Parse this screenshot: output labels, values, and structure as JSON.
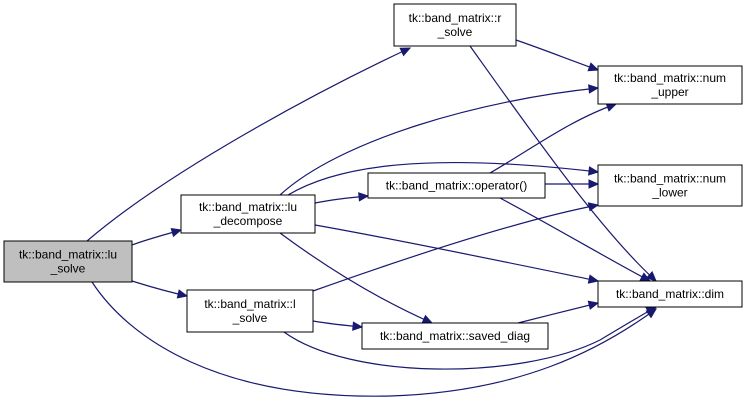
{
  "colors": {
    "edge": "#191970",
    "node_fill": "#ffffff",
    "root_fill": "#bfbfbf",
    "border": "#000000",
    "background": "#ffffff"
  },
  "nodes": {
    "lu_solve": {
      "lines": [
        "tk::band_matrix::lu",
        "_solve"
      ],
      "highlighted": true
    },
    "lu_decompose": {
      "lines": [
        "tk::band_matrix::lu",
        "_decompose"
      ]
    },
    "l_solve": {
      "lines": [
        "tk::band_matrix::l",
        "_solve"
      ]
    },
    "r_solve": {
      "lines": [
        "tk::band_matrix::r",
        "_solve"
      ]
    },
    "operator": {
      "lines": [
        "tk::band_matrix::operator()"
      ]
    },
    "saved_diag": {
      "lines": [
        "tk::band_matrix::saved_diag"
      ]
    },
    "num_upper": {
      "lines": [
        "tk::band_matrix::num",
        "_upper"
      ]
    },
    "num_lower": {
      "lines": [
        "tk::band_matrix::num",
        "_lower"
      ]
    },
    "dim": {
      "lines": [
        "tk::band_matrix::dim"
      ]
    }
  },
  "edges": [
    {
      "from": "lu_solve",
      "to": "r_solve"
    },
    {
      "from": "lu_solve",
      "to": "lu_decompose"
    },
    {
      "from": "lu_solve",
      "to": "l_solve"
    },
    {
      "from": "lu_solve",
      "to": "dim"
    },
    {
      "from": "r_solve",
      "to": "num_upper"
    },
    {
      "from": "r_solve",
      "to": "dim"
    },
    {
      "from": "lu_decompose",
      "to": "num_upper"
    },
    {
      "from": "lu_decompose",
      "to": "num_lower"
    },
    {
      "from": "lu_decompose",
      "to": "operator"
    },
    {
      "from": "lu_decompose",
      "to": "dim"
    },
    {
      "from": "lu_decompose",
      "to": "saved_diag"
    },
    {
      "from": "operator",
      "to": "num_upper"
    },
    {
      "from": "operator",
      "to": "num_lower"
    },
    {
      "from": "operator",
      "to": "dim"
    },
    {
      "from": "l_solve",
      "to": "num_lower"
    },
    {
      "from": "l_solve",
      "to": "saved_diag"
    },
    {
      "from": "l_solve",
      "to": "dim"
    },
    {
      "from": "saved_diag",
      "to": "dim"
    }
  ]
}
